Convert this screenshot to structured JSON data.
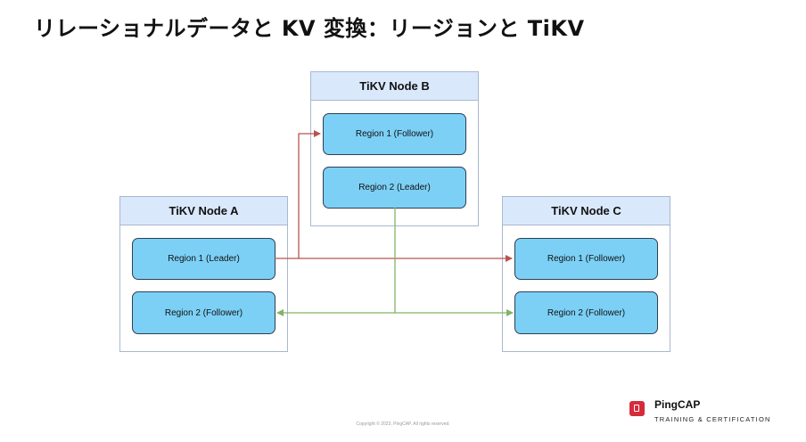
{
  "title": "リレーショナルデータと KV 変換：リージョンと TiKV",
  "nodes": {
    "a": {
      "label": "TiKV Node A",
      "regions": [
        "Region 1 (Leader)",
        "Region 2 (Follower)"
      ]
    },
    "b": {
      "label": "TiKV Node B",
      "regions": [
        "Region 1 (Follower)",
        "Region 2 (Leader)"
      ]
    },
    "c": {
      "label": "TiKV Node C",
      "regions": [
        "Region 1 (Follower)",
        "Region 2 (Follower)"
      ]
    }
  },
  "colors": {
    "region_fill": "#7cd0f6",
    "header_fill": "#dae8fc",
    "region1_link": "#b85450",
    "region2_link": "#82b366",
    "brand_red": "#d62b3b"
  },
  "footer": {
    "copyright": "Copyright © 2023, PingCAP. All rights reserved."
  },
  "brand": {
    "name": "PingCAP",
    "tagline": "TRAINING & CERTIFICATION",
    "icon": "pingcap-logo-icon"
  }
}
